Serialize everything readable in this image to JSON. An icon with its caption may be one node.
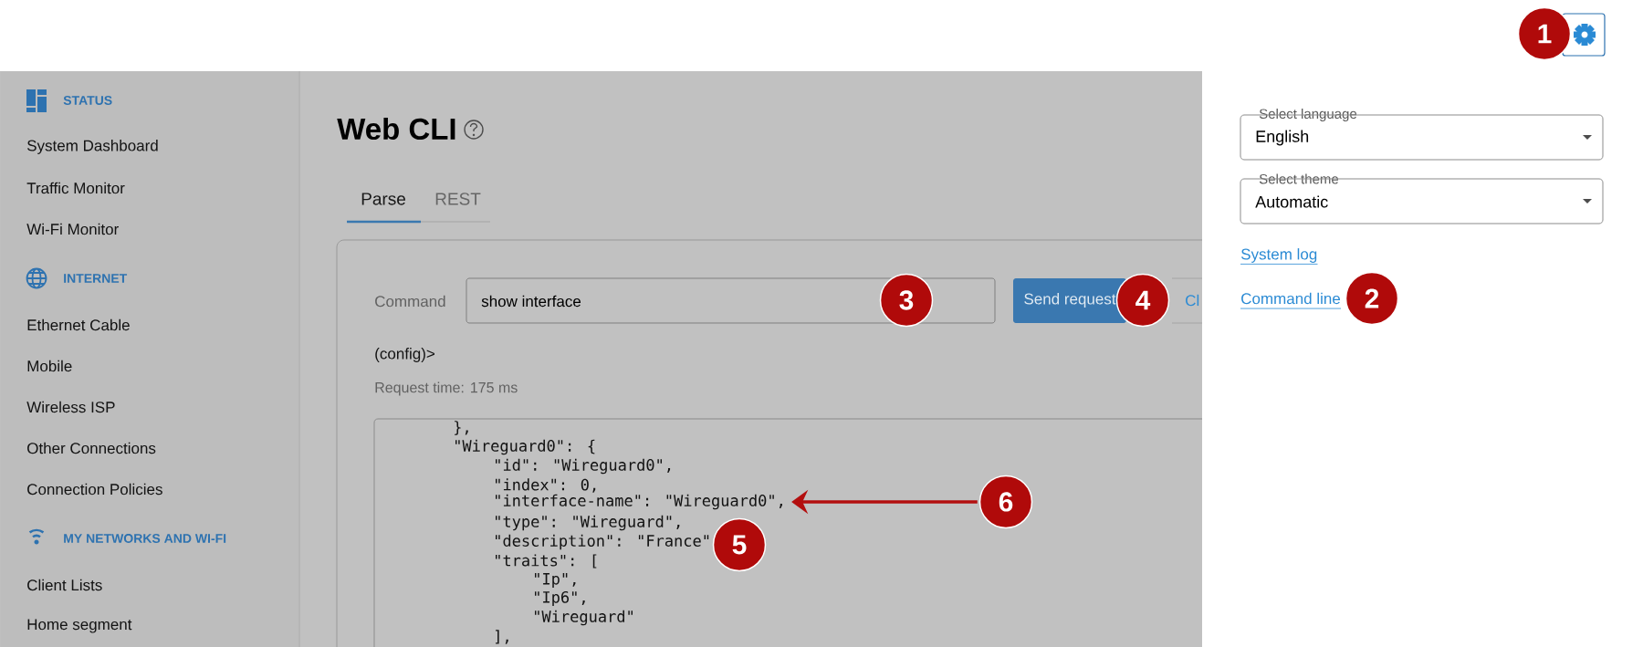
{
  "diagram": {
    "nodes": [
      {
        "text": [
          "1"
        ]
      },
      {
        "text": [
          "2"
        ]
      },
      {
        "text": [
          "3"
        ]
      },
      {
        "text": [
          "4"
        ]
      },
      {
        "text": [
          "5"
        ]
      },
      {
        "text": [
          "6"
        ]
      },
      {
        "text": [
          "\"interface-name\": \"Wireguard0\","
        ]
      }
    ],
    "edges": [
      {
        "from": 5,
        "to": 6,
        "arrow": "to"
      }
    ],
    "labels": [
      "STATUS",
      "System Dashboard",
      "Traffic Monitor",
      "Wi-Fi Monitor",
      "INTERNET",
      "Ethernet Cable",
      "Mobile",
      "Wireless ISP",
      "Other Connections",
      "Connection Policies",
      "MY NETWORKS AND WI-FI",
      "Client Lists",
      "Home segment",
      "Web CLI",
      "Parse",
      "REST",
      "Command",
      "show interface",
      "Send request",
      "Cl",
      "(config)>",
      "Request time: 175 ms",
      "},",
      "\"Wireguard0\": {",
      "\"id\": \"Wireguard0\",",
      "\"index\": 0,",
      "\"type\": \"Wireguard\",",
      "\"description\": \"France\"",
      "\"traits\": [",
      "\"Ip\",",
      "\"Ip6\",",
      "\"Wireguard\"",
      "],",
      "Select language",
      "English",
      "Select theme",
      "Automatic",
      "System log",
      "Command line"
    ]
  }
}
